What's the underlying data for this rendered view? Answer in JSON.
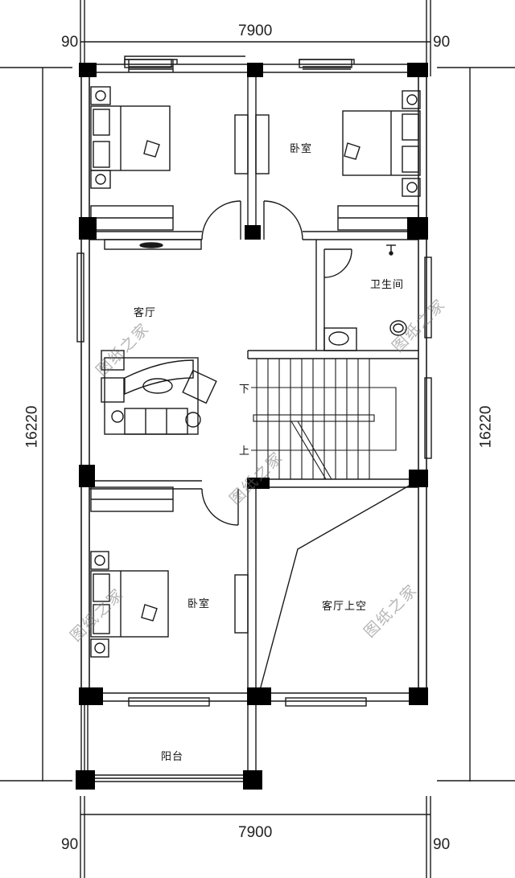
{
  "drawing": {
    "type": "floor-plan",
    "level": "second floor",
    "stroke_color": "#1a1a1a",
    "fill_column_color": "#000000",
    "background": "#ffffff"
  },
  "dimensions": {
    "top_total": "7900",
    "top_left_offset": "90",
    "top_right_offset": "90",
    "bottom_total": "7900",
    "bottom_left_offset": "90",
    "bottom_right_offset": "90",
    "left_total": "16220",
    "right_total": "16220"
  },
  "rooms": {
    "bedroom_top_left": "",
    "bedroom_top_right": "卧室",
    "bathroom": "卫生间",
    "living_room": "客厅",
    "bedroom_bottom_left": "卧室",
    "living_void": "客厅上空",
    "balcony": "阳台"
  },
  "stairs": {
    "down_label": "下",
    "up_label": "上"
  },
  "watermark": {
    "text": "图纸之家",
    "count": 6
  }
}
